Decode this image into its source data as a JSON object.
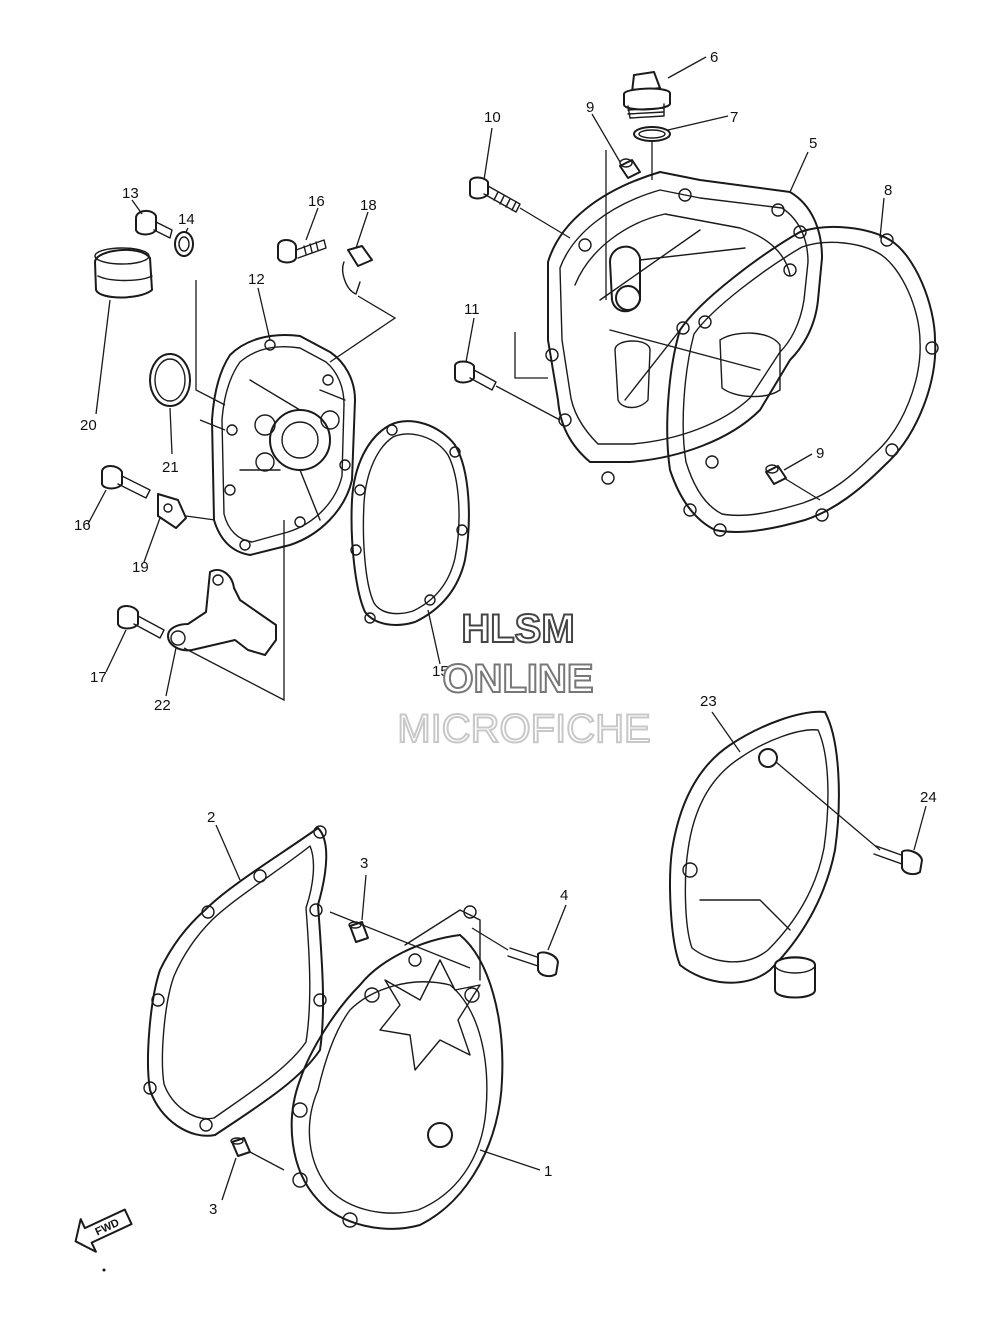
{
  "callouts": [
    {
      "id": "c1",
      "label": "1"
    },
    {
      "id": "c2",
      "label": "2"
    },
    {
      "id": "c3a",
      "label": "3"
    },
    {
      "id": "c3b",
      "label": "3"
    },
    {
      "id": "c4",
      "label": "4"
    },
    {
      "id": "c5",
      "label": "5"
    },
    {
      "id": "c6",
      "label": "6"
    },
    {
      "id": "c7",
      "label": "7"
    },
    {
      "id": "c8",
      "label": "8"
    },
    {
      "id": "c9a",
      "label": "9"
    },
    {
      "id": "c9b",
      "label": "9"
    },
    {
      "id": "c10",
      "label": "10"
    },
    {
      "id": "c11",
      "label": "11"
    },
    {
      "id": "c12",
      "label": "12"
    },
    {
      "id": "c13",
      "label": "13"
    },
    {
      "id": "c14",
      "label": "14"
    },
    {
      "id": "c15",
      "label": "15"
    },
    {
      "id": "c16a",
      "label": "16"
    },
    {
      "id": "c16b",
      "label": "16"
    },
    {
      "id": "c17",
      "label": "17"
    },
    {
      "id": "c18",
      "label": "18"
    },
    {
      "id": "c19",
      "label": "19"
    },
    {
      "id": "c20",
      "label": "20"
    },
    {
      "id": "c21",
      "label": "21"
    },
    {
      "id": "c22",
      "label": "22"
    },
    {
      "id": "c23",
      "label": "23"
    },
    {
      "id": "c24",
      "label": "24"
    }
  ],
  "watermark": {
    "line1": "HLSM",
    "line2": "ONLINE",
    "line3": "MICROFICHE"
  },
  "fwd_label": "FWD"
}
